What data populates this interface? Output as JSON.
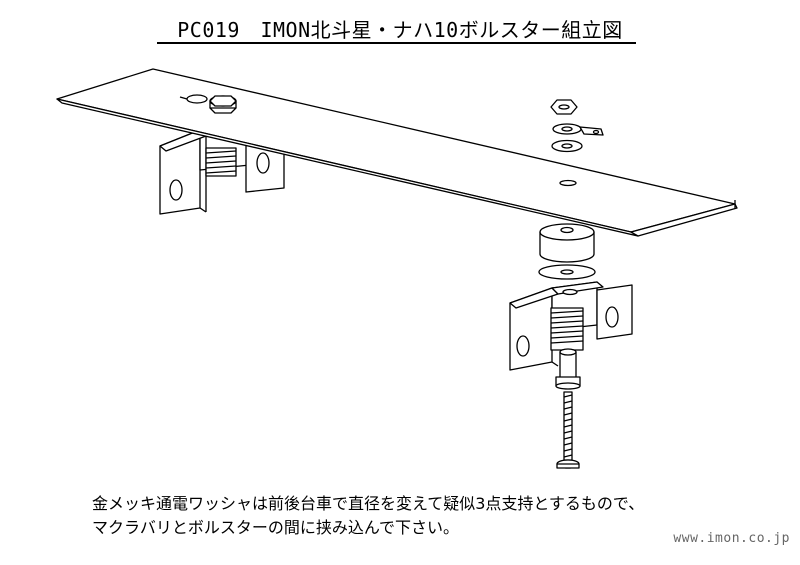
{
  "title": "PC019　IMON北斗星・ナハ10ボルスター組立図",
  "caption_lines": [
    "金メッキ通電ワッシャは前後台車で直径を変えて疑似3点支持とするもので、",
    "マクラバリとボルスターの間に挟み込んで下さい。"
  ],
  "website": "www.imon.co.jp",
  "colors": {
    "line": "#000000",
    "background": "#ffffff",
    "website": "#666666"
  }
}
